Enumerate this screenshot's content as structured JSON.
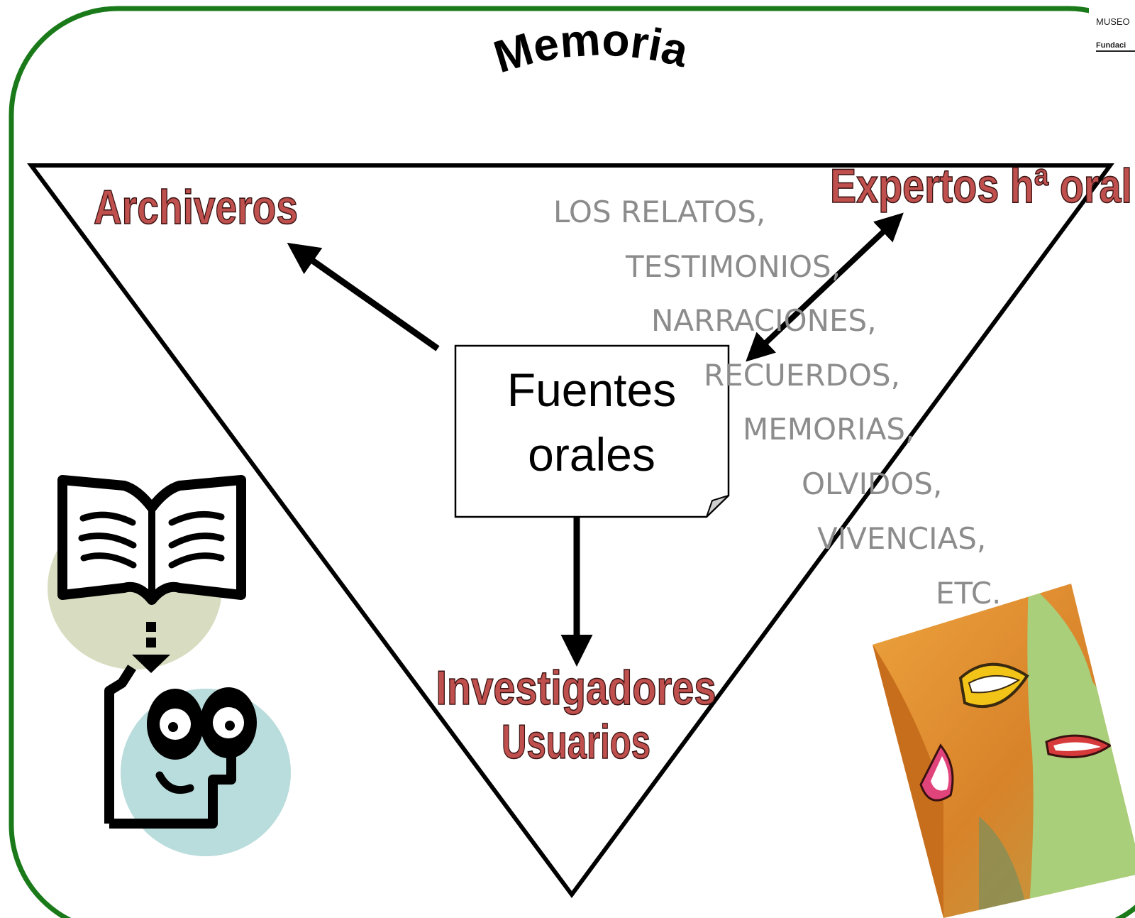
{
  "title": "Memoria",
  "center_box": {
    "line1": "Fuentes",
    "line2": "orales"
  },
  "roles": {
    "top_left": "Archiveros",
    "top_right": "Expertos hª oral",
    "bottom_line1": "Investigadores",
    "bottom_line2": "Usuarios"
  },
  "source_types": [
    "LOS RELATOS,",
    "TESTIMONIOS,",
    "NARRACIONES,",
    "RECUERDOS,",
    "MEMORIAS,",
    "OLVIDOS,",
    "VIVENCIAS,",
    "ETC."
  ],
  "logo": {
    "line1": "MUSEO",
    "line2": "Fundaci"
  },
  "colors": {
    "frame_border": "#1a7a1a",
    "role_text": "#c0504d",
    "list_text": "#8c8c8c",
    "book_circle": "#d8dcc0",
    "face_circle": "#b9dcdc"
  },
  "icons": [
    "open-book-icon",
    "thinking-face-icon",
    "faces-painting"
  ]
}
